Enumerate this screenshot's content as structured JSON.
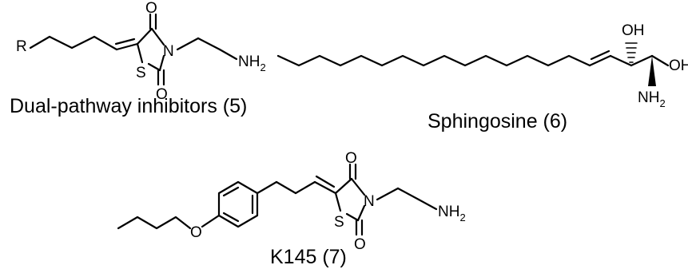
{
  "captions": {
    "dual": "Dual-pathway inhibitors (5)",
    "sphingosine": "Sphingosine (6)",
    "k145": "K145 (7)"
  },
  "atoms": {
    "r": "R",
    "o": "O",
    "s": "S",
    "n": "N",
    "oh": "OH",
    "nh": "NH",
    "two": "2"
  }
}
